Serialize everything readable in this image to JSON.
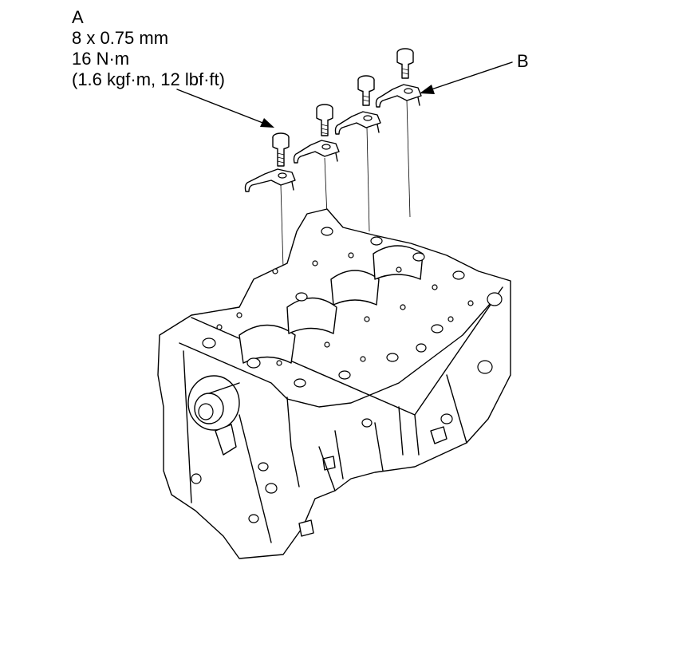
{
  "callout_a": {
    "letter": "A",
    "thread_spec": "8 x 0.75 mm",
    "torque_nm": "16 N·m",
    "torque_alt": "(1.6 kgf·m, 12 lbf·ft)"
  },
  "callout_b": {
    "letter": "B"
  }
}
